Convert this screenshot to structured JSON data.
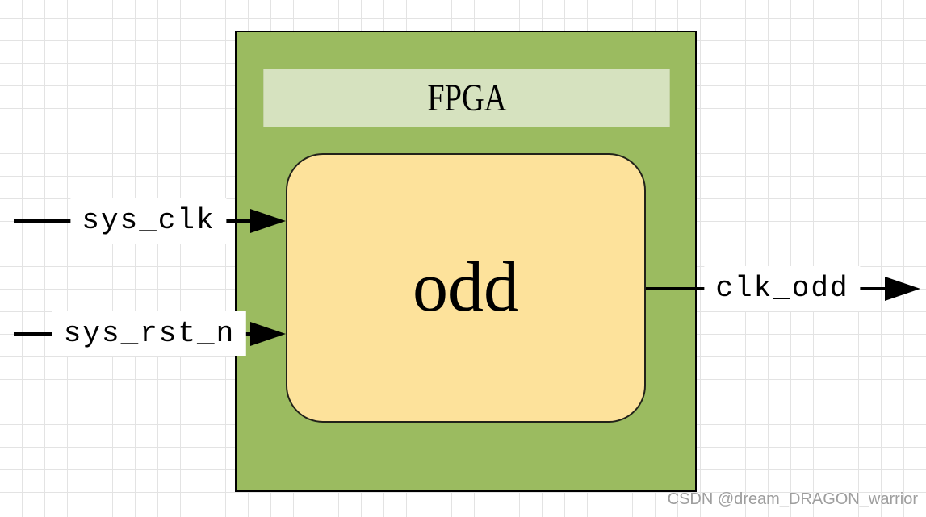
{
  "colors": {
    "canvas-bg": "#ffffff",
    "grid-line": "#e3e3e3",
    "fpga-green": "#9bbb60",
    "banner-green": "#d6e2bf",
    "module-yellow": "#fde29b",
    "wire-black": "#000000",
    "watermark-gray": "#9e9e9e"
  },
  "diagram": {
    "fpga_block": {
      "label": "FPGA"
    },
    "odd_block": {
      "label": "odd"
    },
    "signals": {
      "inputs": [
        {
          "name": "sys_clk"
        },
        {
          "name": "sys_rst_n"
        }
      ],
      "output": {
        "name": "clk_odd"
      }
    }
  },
  "watermark": {
    "text": "CSDN @dream_DRAGON_warrior"
  }
}
